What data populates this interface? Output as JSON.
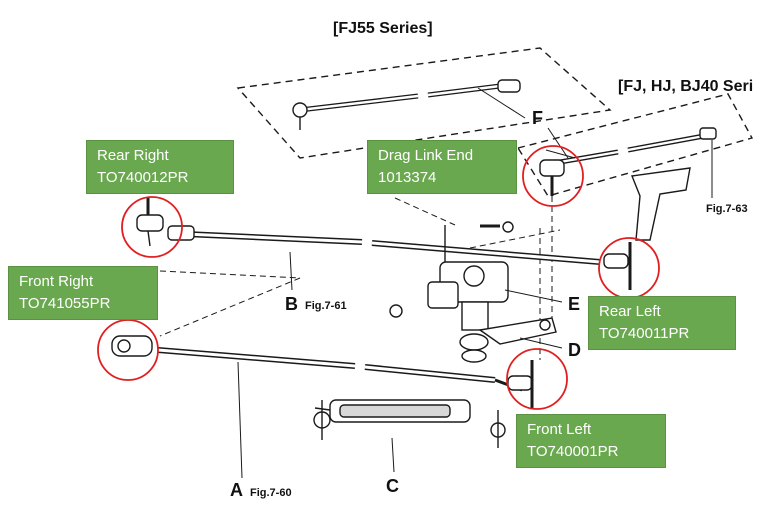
{
  "diagram": {
    "series_labels": {
      "fj55": "[FJ55 Series]",
      "fj40": "[FJ, HJ, BJ40 Seri"
    },
    "part_letters": [
      "A",
      "B",
      "C",
      "D",
      "E",
      "F"
    ],
    "figure_refs": {
      "fig_7_60": "Fig.7-60",
      "fig_7_61": "Fig.7-61",
      "fig_7_63": "Fig.7-63"
    },
    "callouts": [
      {
        "title": "Rear Right",
        "part": "TO740012PR"
      },
      {
        "title": "Drag Link End",
        "part": "1013374"
      },
      {
        "title": "Front Right",
        "part": "TO741055PR"
      },
      {
        "title": "Rear Left",
        "part": "TO740011PR"
      },
      {
        "title": "Front Left",
        "part": "TO740001PR"
      }
    ],
    "colors": {
      "callout_bg": "#6aa84f",
      "highlight_circle": "#e02020",
      "line_art": "#1a1a1a"
    }
  }
}
